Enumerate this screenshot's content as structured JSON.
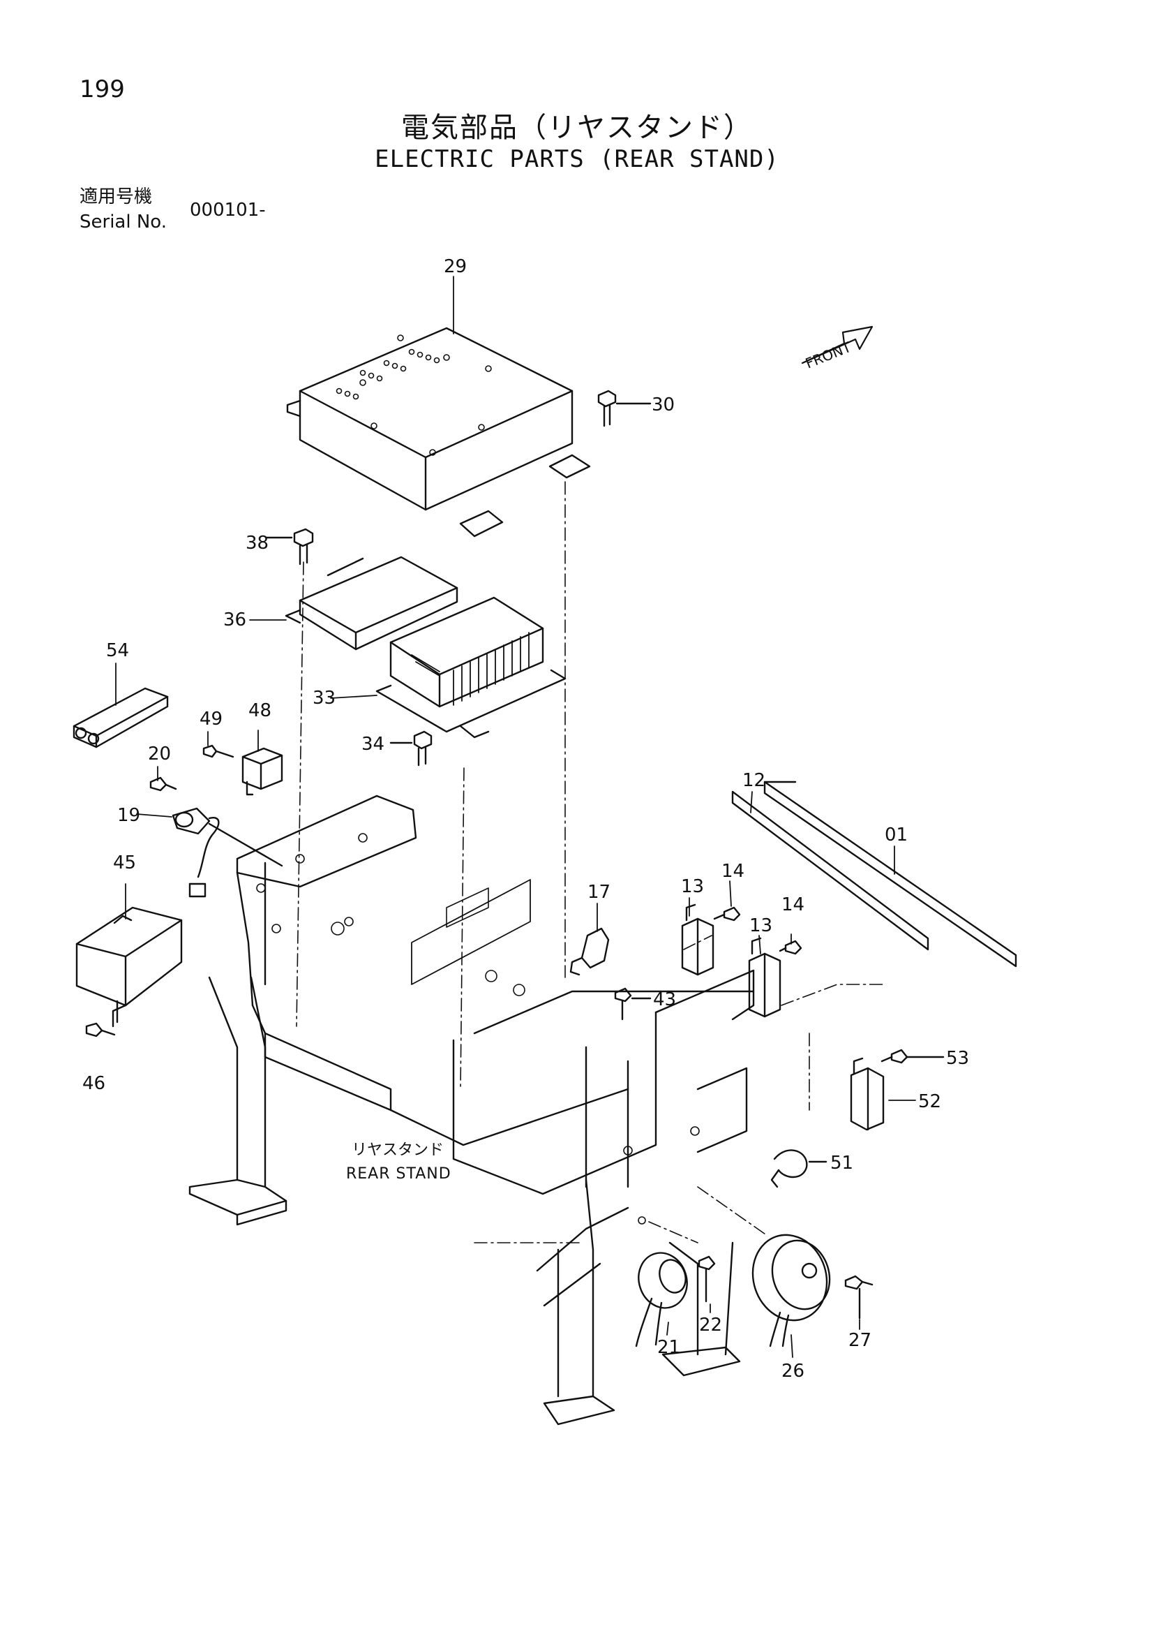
{
  "page": {
    "number": "199",
    "title_jp": "電気部品（リヤスタンド）",
    "title_en": "ELECTRIC PARTS (REAR STAND)",
    "serial_label_jp": "適用号機",
    "serial_label_en": "Serial No.",
    "serial_value": "000101-"
  },
  "diagram": {
    "front_marker": "FRONT",
    "stand_label_jp": "リヤスタンド",
    "stand_label_en": "REAR STAND",
    "part_callouts": [
      "29",
      "30",
      "38",
      "36",
      "54",
      "33",
      "49",
      "48",
      "34",
      "20",
      "19",
      "45",
      "46",
      "12",
      "01",
      "17",
      "13",
      "14",
      "13",
      "14",
      "43",
      "53",
      "52",
      "51",
      "21",
      "22",
      "26",
      "27"
    ]
  }
}
